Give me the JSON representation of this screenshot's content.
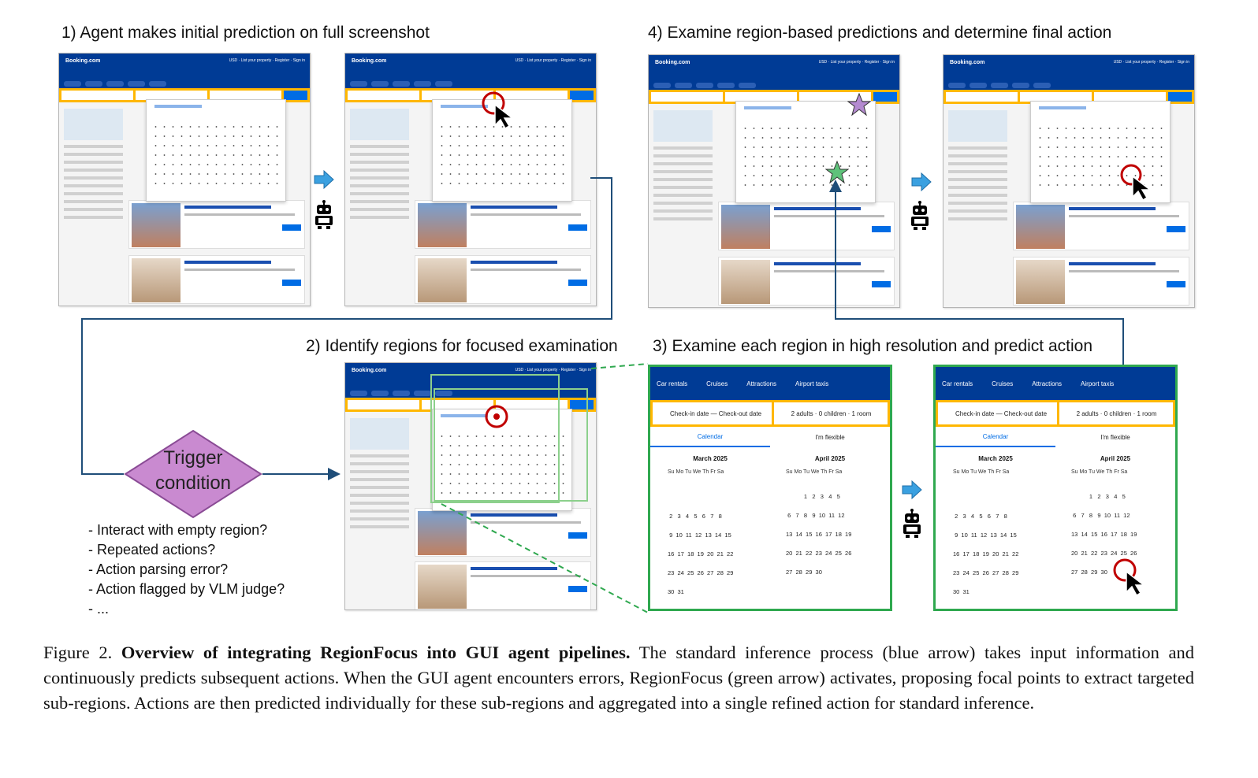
{
  "steps": {
    "step1": "1) Agent makes initial prediction on full screenshot",
    "step2": "2) Identify regions for focused examination",
    "step3": "3) Examine each region in high resolution and predict action",
    "step4": "4) Examine region-based predictions and determine final action"
  },
  "trigger": {
    "line1": "Trigger",
    "line2": "condition",
    "conditions": [
      "- Interact with empty region?",
      "- Repeated actions?",
      "- Action parsing error?",
      "- Action flagged by VLM judge?",
      "- ..."
    ]
  },
  "screenshot": {
    "brand": "Booking.com",
    "header_right": "USD · List your property · Register · Sign in"
  },
  "zoom_region": {
    "nav": [
      "Car rentals",
      "Cruises",
      "Attractions",
      "Airport taxis"
    ],
    "dates_field": "Check-in date — Check-out date",
    "guests_field": "2 adults · 0 children · 1 room",
    "tab_calendar": "Calendar",
    "tab_flexible": "I'm flexible",
    "month1": "March 2025",
    "month2": "April 2025",
    "dow": "Su  Mo  Tu  We  Th  Fr  Sa",
    "march_rows": [
      " 2   3   4   5   6   7   8",
      " 9  10  11  12  13  14  15",
      "16  17  18  19  20  21  22",
      "23  24  25  26  27  28  29",
      "30  31"
    ],
    "april_rows": [
      "           1   2   3   4   5",
      " 6   7   8   9  10  11  12",
      "13  14  15  16  17  18  19",
      "20  21  22  23  24  25  26",
      "27  28  29  30"
    ]
  },
  "caption": {
    "label": "Figure 2.",
    "bold": "Overview of integrating RegionFocus into GUI agent pipelines.",
    "text": "The standard inference process (blue arrow) takes input information and continuously predicts subsequent actions. When the GUI agent encounters errors, RegionFocus (green arrow) activates, proposing focal points to extract targeted sub-regions. Actions are then predicted individually for these sub-regions and aggregated into a single refined action for standard inference."
  },
  "colors": {
    "booking_blue": "#003b95",
    "search_yellow": "#ffb700",
    "region_green": "#2fa84f",
    "flow_blue": "#1f4e79",
    "arrow_blue": "#3aa0e0",
    "diamond_purple": "#c98ad0",
    "target_red": "#c00000"
  }
}
